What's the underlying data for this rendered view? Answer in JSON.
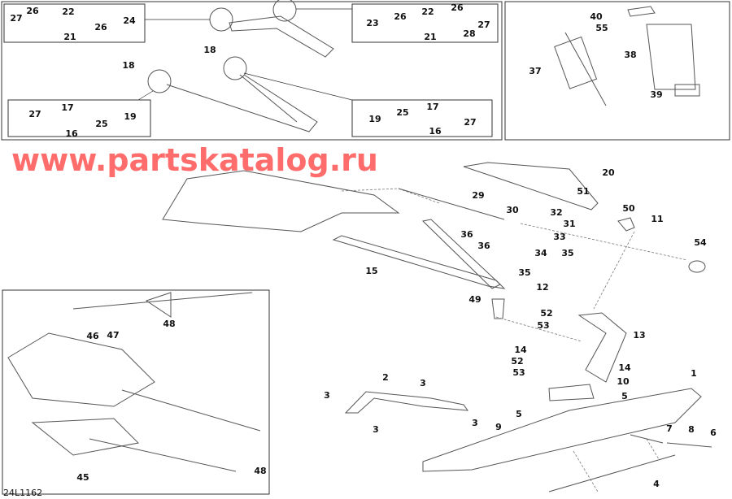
{
  "diagram": {
    "drawing_code": "24L1162",
    "watermark": "www.partskatalog.ru",
    "watermark_color": "#ff3b3b",
    "callouts": [
      "27",
      "26",
      "22",
      "24",
      "26",
      "21",
      "23",
      "26",
      "22",
      "26",
      "27",
      "28",
      "21",
      "18",
      "18",
      "27",
      "17",
      "25",
      "19",
      "16",
      "19",
      "25",
      "17",
      "27",
      "16",
      "40",
      "55",
      "38",
      "37",
      "39",
      "20",
      "29",
      "51",
      "50",
      "11",
      "30",
      "32",
      "31",
      "36",
      "33",
      "36",
      "34",
      "35",
      "54",
      "15",
      "35",
      "12",
      "49",
      "52",
      "53",
      "13",
      "14",
      "52",
      "53",
      "14",
      "10",
      "1",
      "2",
      "3",
      "3",
      "3",
      "3",
      "5",
      "5",
      "9",
      "7",
      "8",
      "6",
      "4",
      "48",
      "46",
      "47",
      "45",
      "48"
    ]
  }
}
